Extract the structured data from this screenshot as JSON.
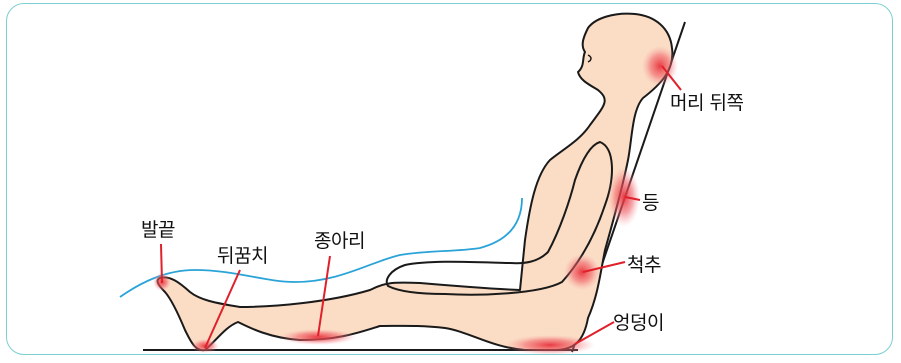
{
  "labels": {
    "head_back": "머리 뒤쪽",
    "back": "등",
    "spine": "척추",
    "buttocks": "엉덩이",
    "toe": "발끝",
    "heel": "뒤꿈치",
    "calf": "종아리"
  },
  "colors": {
    "frame": "#7ccfd0",
    "skin": "#fbdcc4",
    "outline": "#1a1a1a",
    "pressure": "#e8323c",
    "blanket_line": "#29a3d8",
    "leader": "#e0202a"
  }
}
